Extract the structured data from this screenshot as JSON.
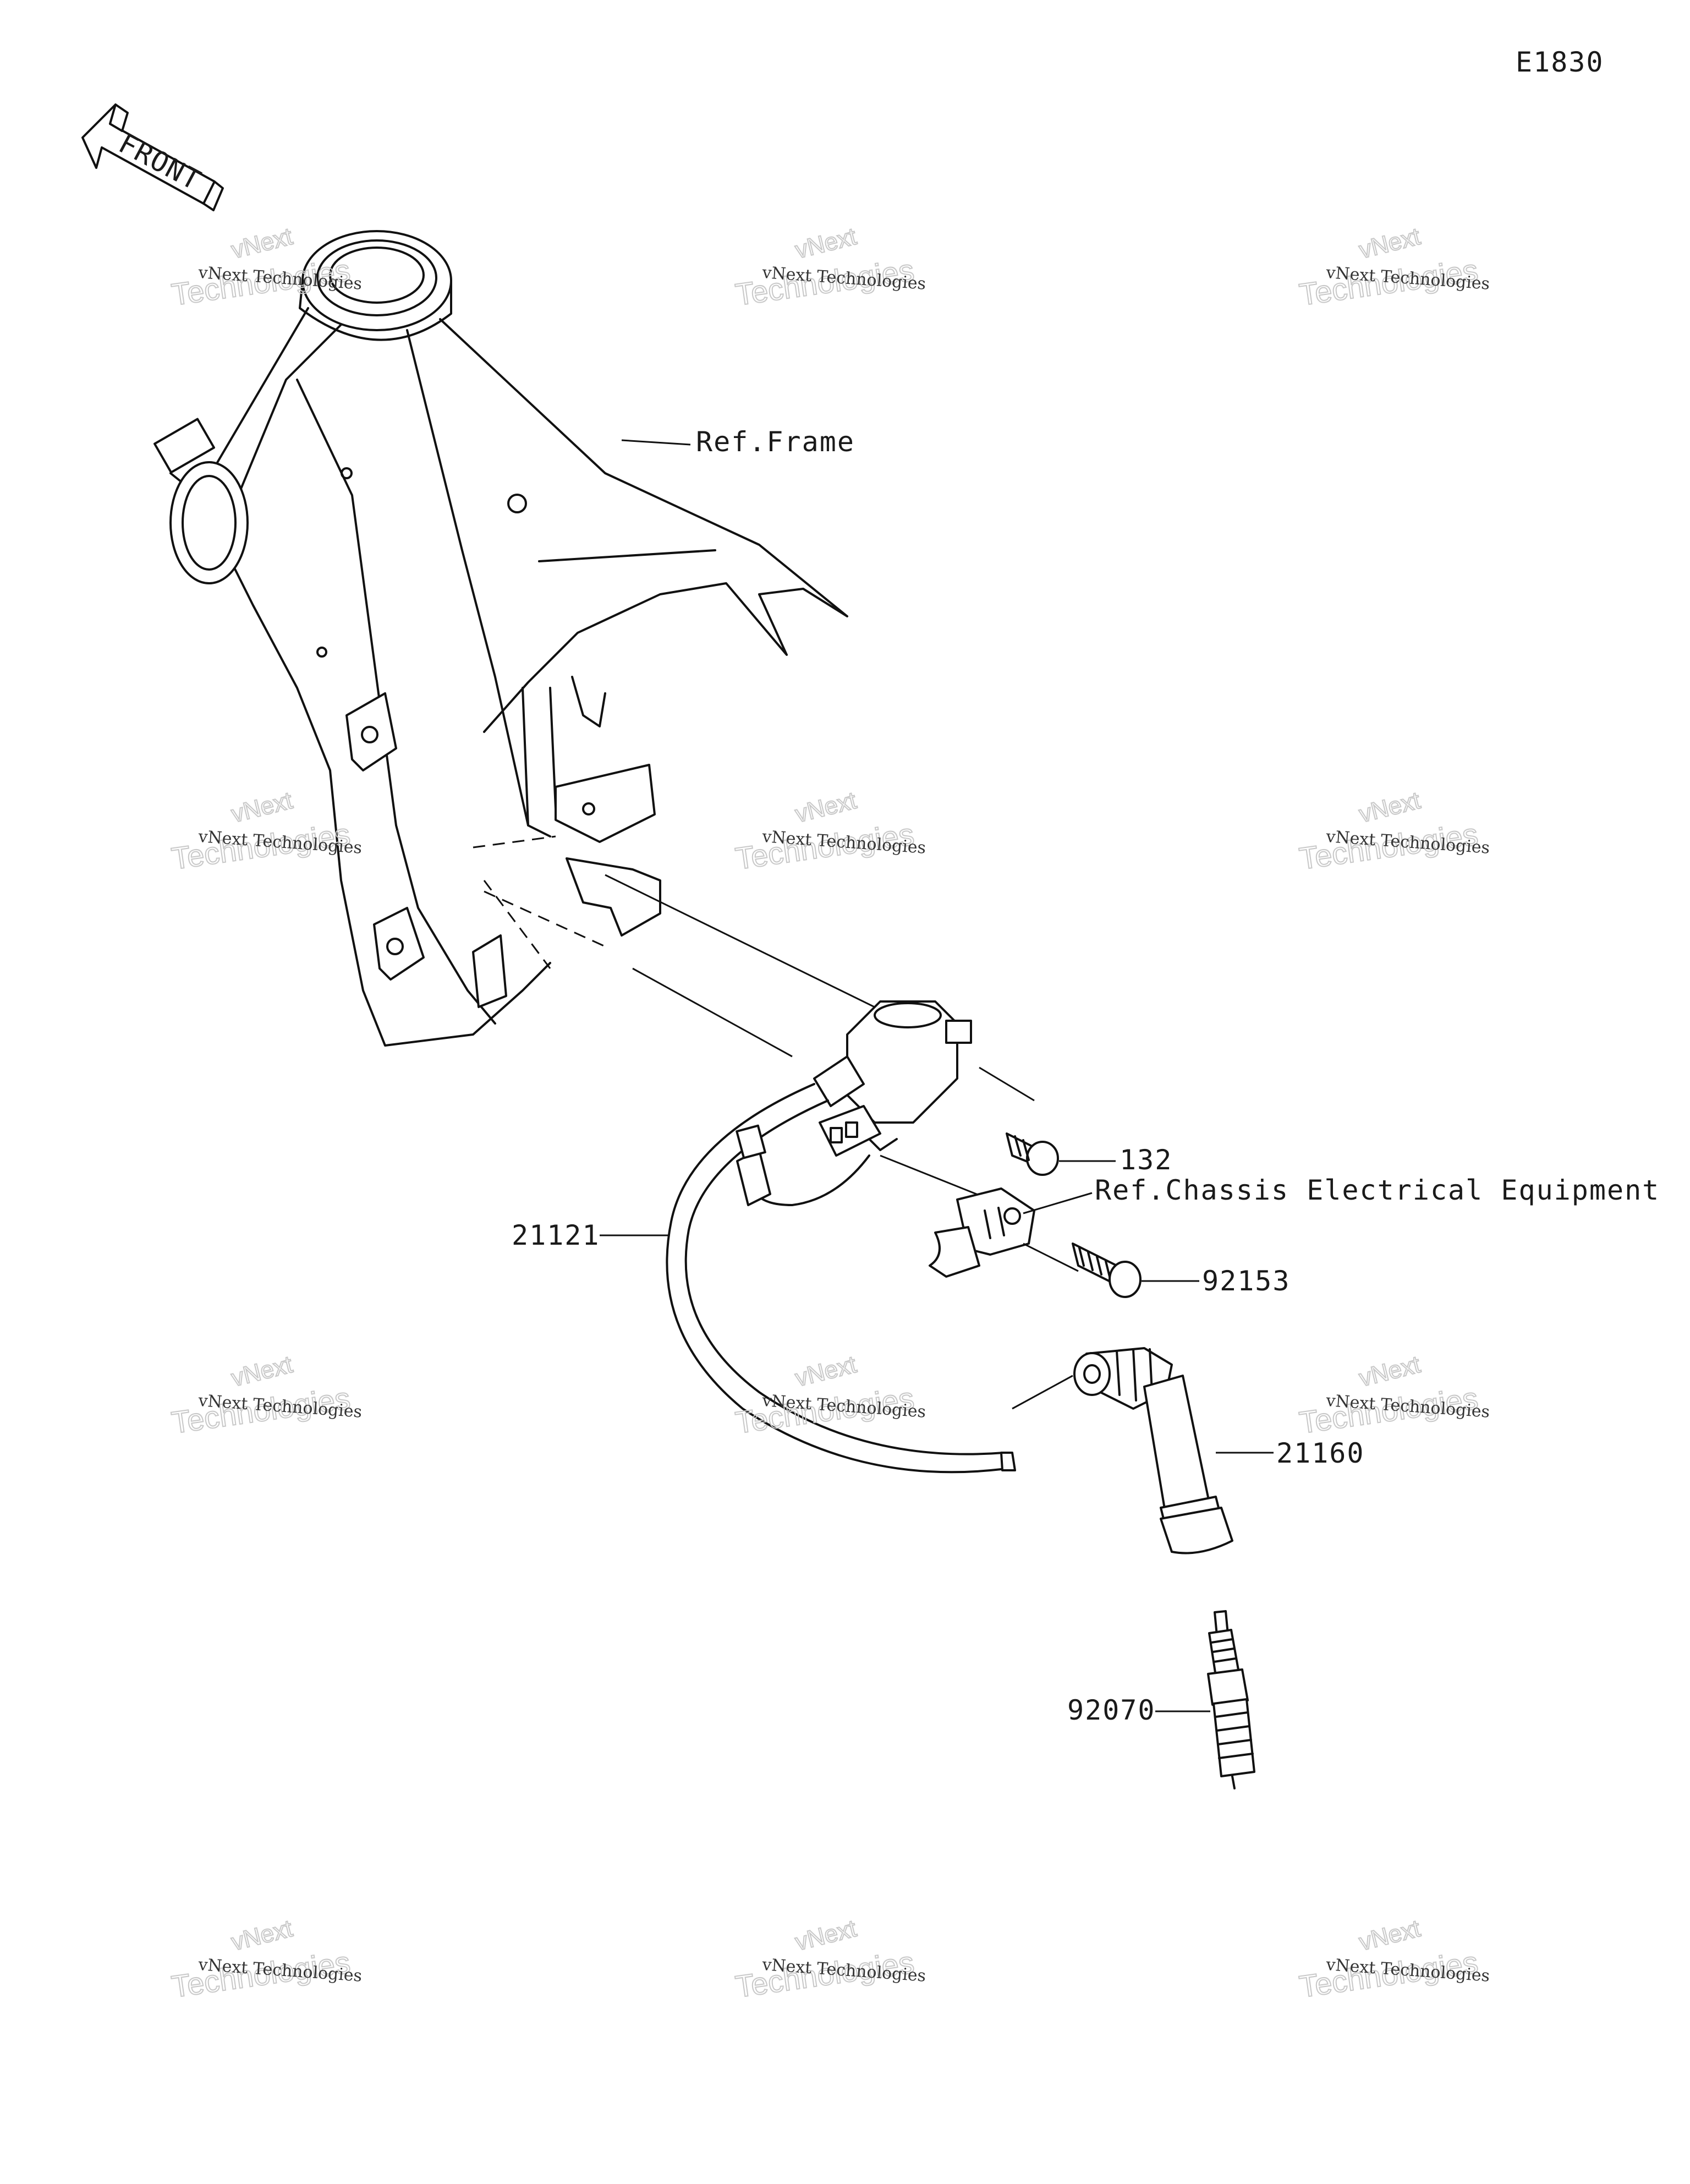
{
  "diagram_code": "E1830",
  "front_arrow": {
    "label": "FRONT",
    "icon": "front-arrow-icon"
  },
  "callouts": {
    "ref_frame": "Ref.Frame",
    "ref_chassis": "Ref.Chassis Electrical Equipment",
    "p132": "132",
    "p21121": "21121",
    "p92153": "92153",
    "p21160": "21160",
    "p92070": "92070"
  },
  "watermark": {
    "line1": "vNext Technologies",
    "line2": "Technologies",
    "line3": "vNext"
  }
}
